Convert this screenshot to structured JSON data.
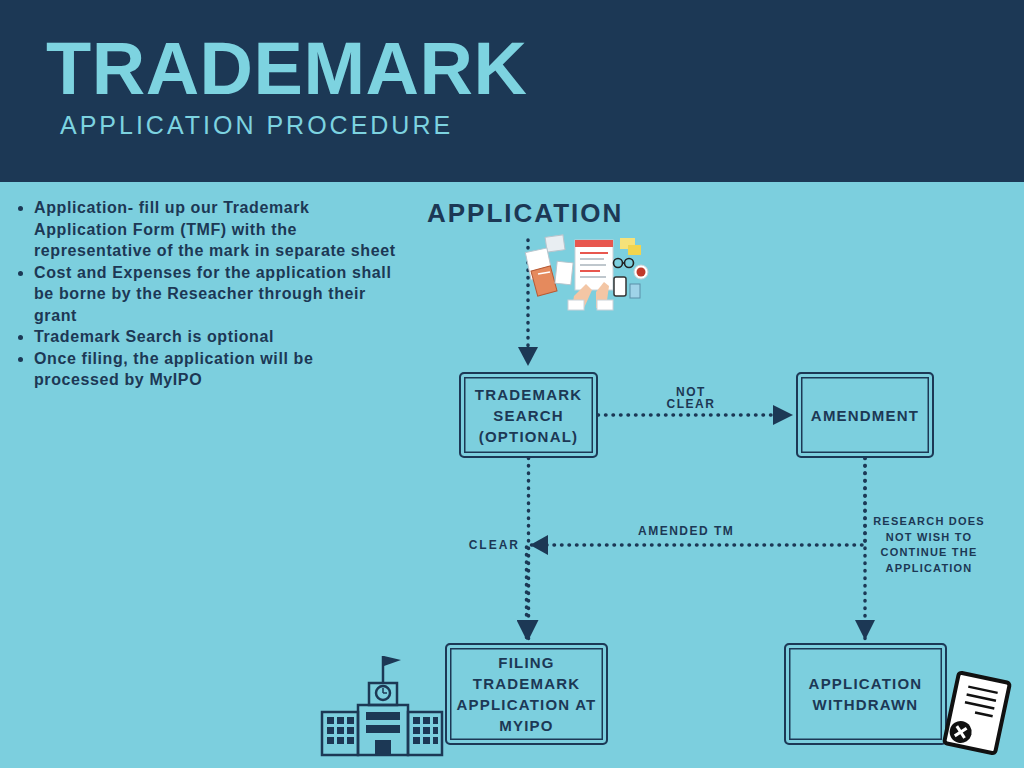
{
  "diagram": {
    "title": "TRADEMARK",
    "nodes": [
      {
        "text": [
          "TRADEMARK SEARCH (OPTIONAL)"
        ]
      },
      {
        "text": [
          "AMENDMENT"
        ]
      },
      {
        "text": [
          "FILING TRADEMARK APPLICATION AT MYIPO"
        ]
      },
      {
        "text": [
          "APPLICATION WITHDRAWN"
        ]
      }
    ],
    "edges": [
      {
        "from": 0,
        "to": 1,
        "label": "NOT CLEAR",
        "arrow": "to"
      },
      {
        "from": 0,
        "to": 2,
        "label": "CLEAR",
        "arrow": "to"
      },
      {
        "from": 1,
        "to": 2,
        "label": "AMENDED TM",
        "arrow": "to"
      },
      {
        "from": 1,
        "to": 3,
        "label": "RESEARCH DOES NOT WISH TO CONTINUE THE APPLICATION",
        "arrow": "to"
      }
    ],
    "labels": [
      "APPLICATION PROCEDURE",
      "Application- fill up our Trademark Application Form (TMF) with the representative of the mark in separate sheet",
      "Cost and Expenses for the application shall be borne by the Reseacher through their grant",
      "Trademark Search is optional",
      "Once filing, the application will be processed by MyIPO",
      "APPLICATION"
    ]
  }
}
